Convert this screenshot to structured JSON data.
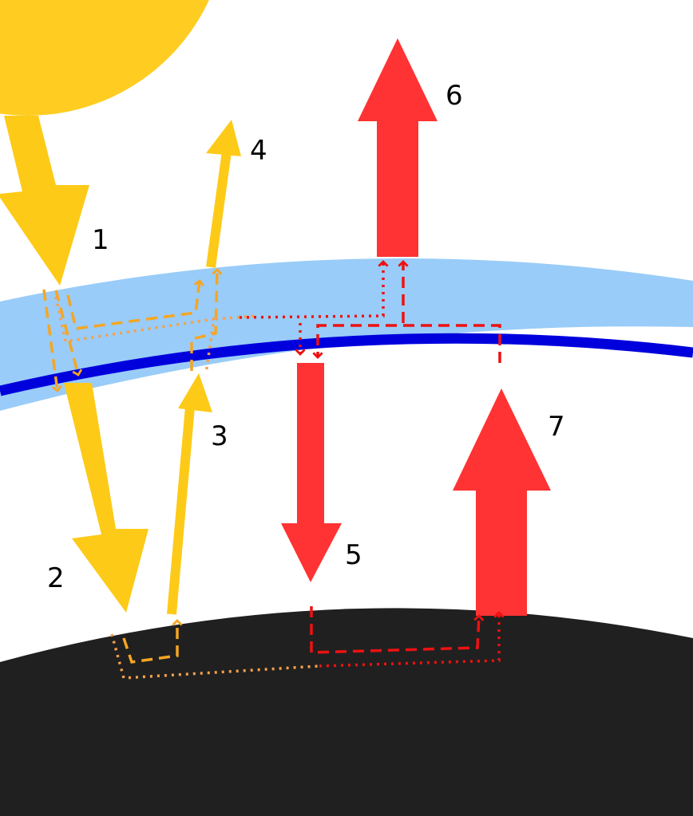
{
  "labels": {
    "l1": "1",
    "l2": "2",
    "l3": "3",
    "l4": "4",
    "l5": "5",
    "l6": "6",
    "l7": "7"
  },
  "colors": {
    "sun": "#FFCC22",
    "solar_flux": "#FDCA17",
    "thermal_flux": "#FF3333",
    "dashed_red": "#EE1111",
    "atmosphere": "#99CCF8",
    "atmosphere_line": "#0000DD",
    "orange_dotted": "#F5A04A",
    "ground": "#202020",
    "label_text": "#000000"
  }
}
